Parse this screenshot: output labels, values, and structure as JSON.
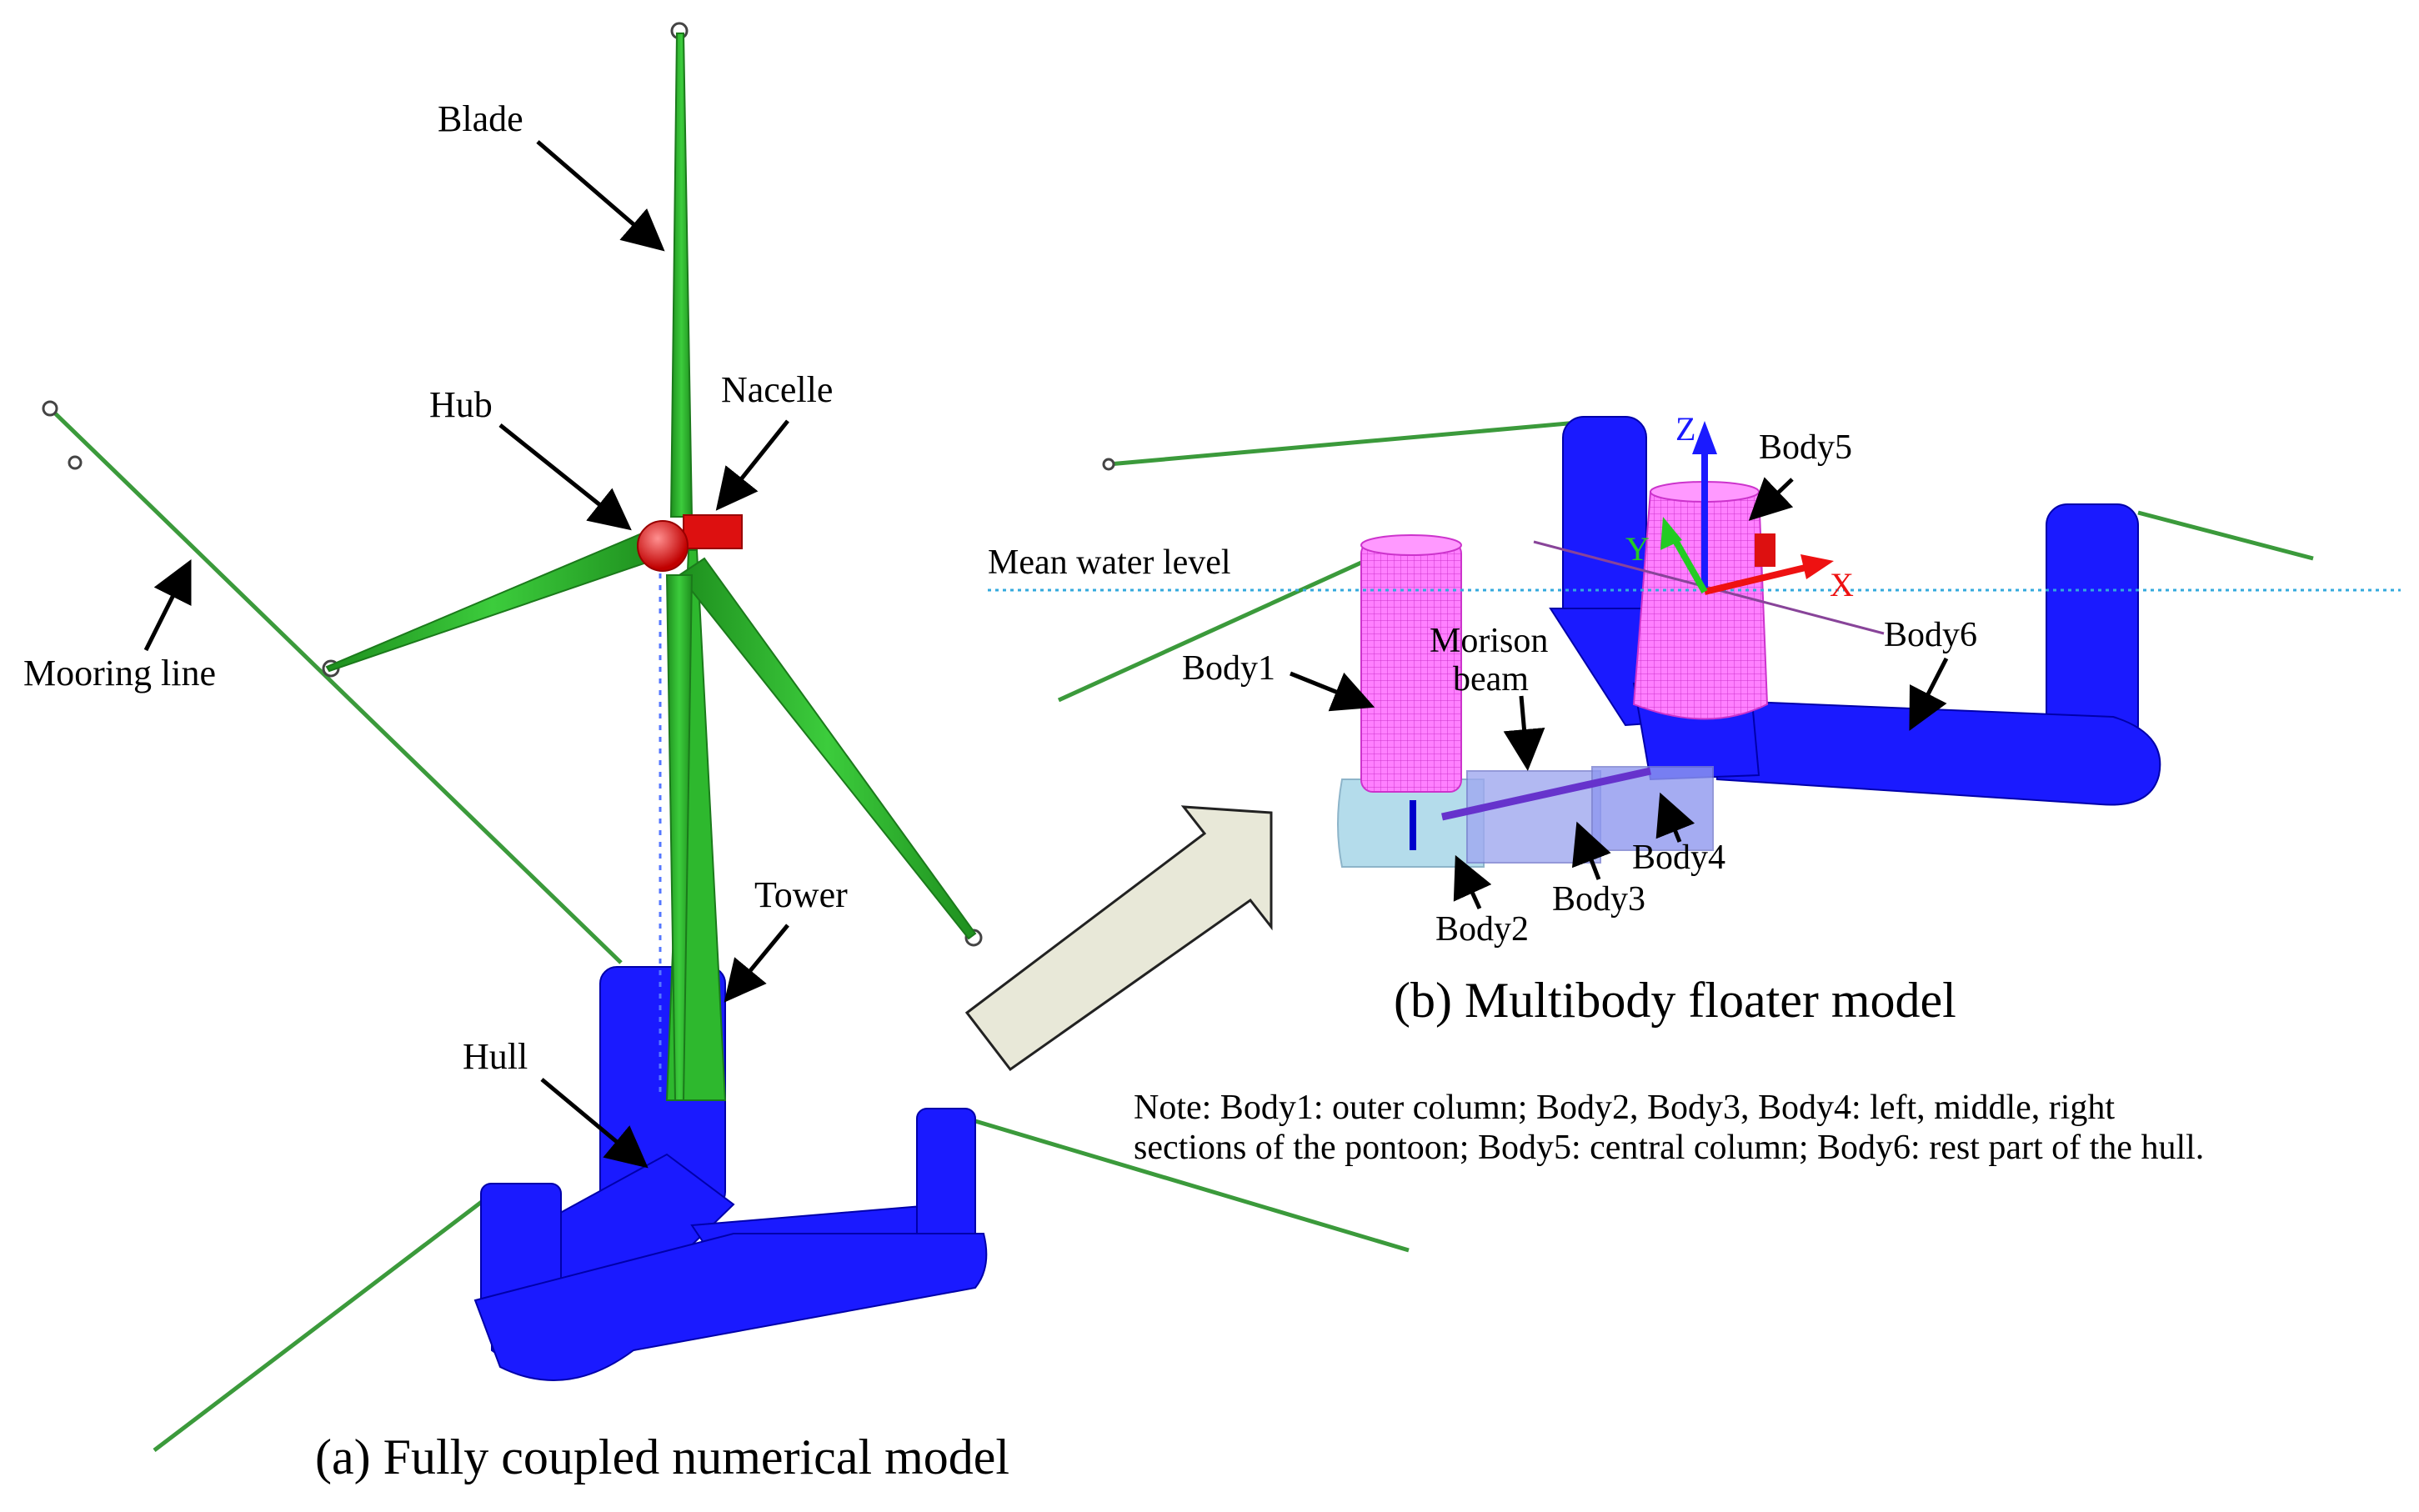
{
  "panel_a": {
    "labels": {
      "blade": "Blade",
      "hub": "Hub",
      "nacelle": "Nacelle",
      "mooring_line": "Mooring line",
      "tower": "Tower",
      "hull": "Hull"
    },
    "caption": "(a) Fully coupled numerical model"
  },
  "panel_b": {
    "labels": {
      "mean_water_level": "Mean water level",
      "body1": "Body1",
      "morison_line1": "Morison",
      "morison_line2": "beam",
      "body2": "Body2",
      "body3": "Body3",
      "body4": "Body4",
      "body5": "Body5",
      "body6": "Body6",
      "axis_x": "X",
      "axis_y": "Y",
      "axis_z": "Z"
    },
    "caption": "(b) Multibody floater model",
    "note_line1": "Note: Body1: outer column; Body2, Body3, Body4: left, middle, right",
    "note_line2": "sections of the pontoon; Body5: central column; Body6: rest part of the hull."
  },
  "colors": {
    "hull": "#1a1aff",
    "blade": "#22a822",
    "mooring": "#3b9a3b",
    "hub": "#e01010",
    "body_mesh": "#ff66ff",
    "water_line": "#33aadd",
    "arrow_fill": "#e8e8d8"
  }
}
